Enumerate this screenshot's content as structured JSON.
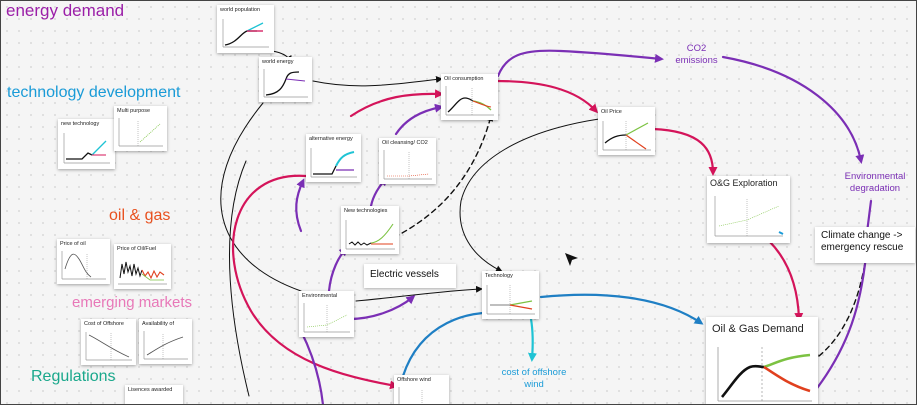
{
  "colors": {
    "energy": "#9b1fa8",
    "technology": "#1a9bd7",
    "oilgas": "#e8501e",
    "emerging": "#e878b8",
    "regulations": "#1aa88c",
    "magenta": "#d4145a",
    "purple": "#7b2fb5",
    "blue": "#1f7fc4",
    "cyan": "#1fc3d4",
    "green": "#7cc242",
    "red": "#e0401e"
  },
  "categories": {
    "energy_demand": "energy demand",
    "technology_development": "technology development",
    "oil_gas": "oil & gas",
    "emerging_markets": "emerging markets",
    "regulations": "Regulations"
  },
  "cards": {
    "world_population": "world population",
    "world_energy": "world energy",
    "new_technology": "new technology",
    "multi_purpose": "Multi purpose",
    "price_of_oil": "Price of oil",
    "price_of_oil_fuel": "Price of Oil/Fuel",
    "cost_of_offshore": "Cost of Offshore",
    "availability_of": "Availability of",
    "licences_awarded": "Lisences awarded",
    "oil_consumption": "Oil consumption",
    "alternative_energy": "alternative energy",
    "oil_cleansing": "Oil cleansing/ CO2",
    "new_technologies": "New technologies",
    "environmental": "Environmental",
    "technology": "Technology",
    "offshore_wind": "Offshore wind",
    "oil_price": "Oil Price",
    "og_exploration": "O&G Exploration",
    "og_demand": "Oil & Gas Demand"
  },
  "notes": {
    "electric_vessels": "Electric vessels",
    "climate_change": "Climate change -> emergency rescue"
  },
  "labels": {
    "co2_emissions": "CO2 emissions",
    "environmental_degradation": "Environmental degradation",
    "cost_offshore_wind": "cost of offshore wind"
  }
}
